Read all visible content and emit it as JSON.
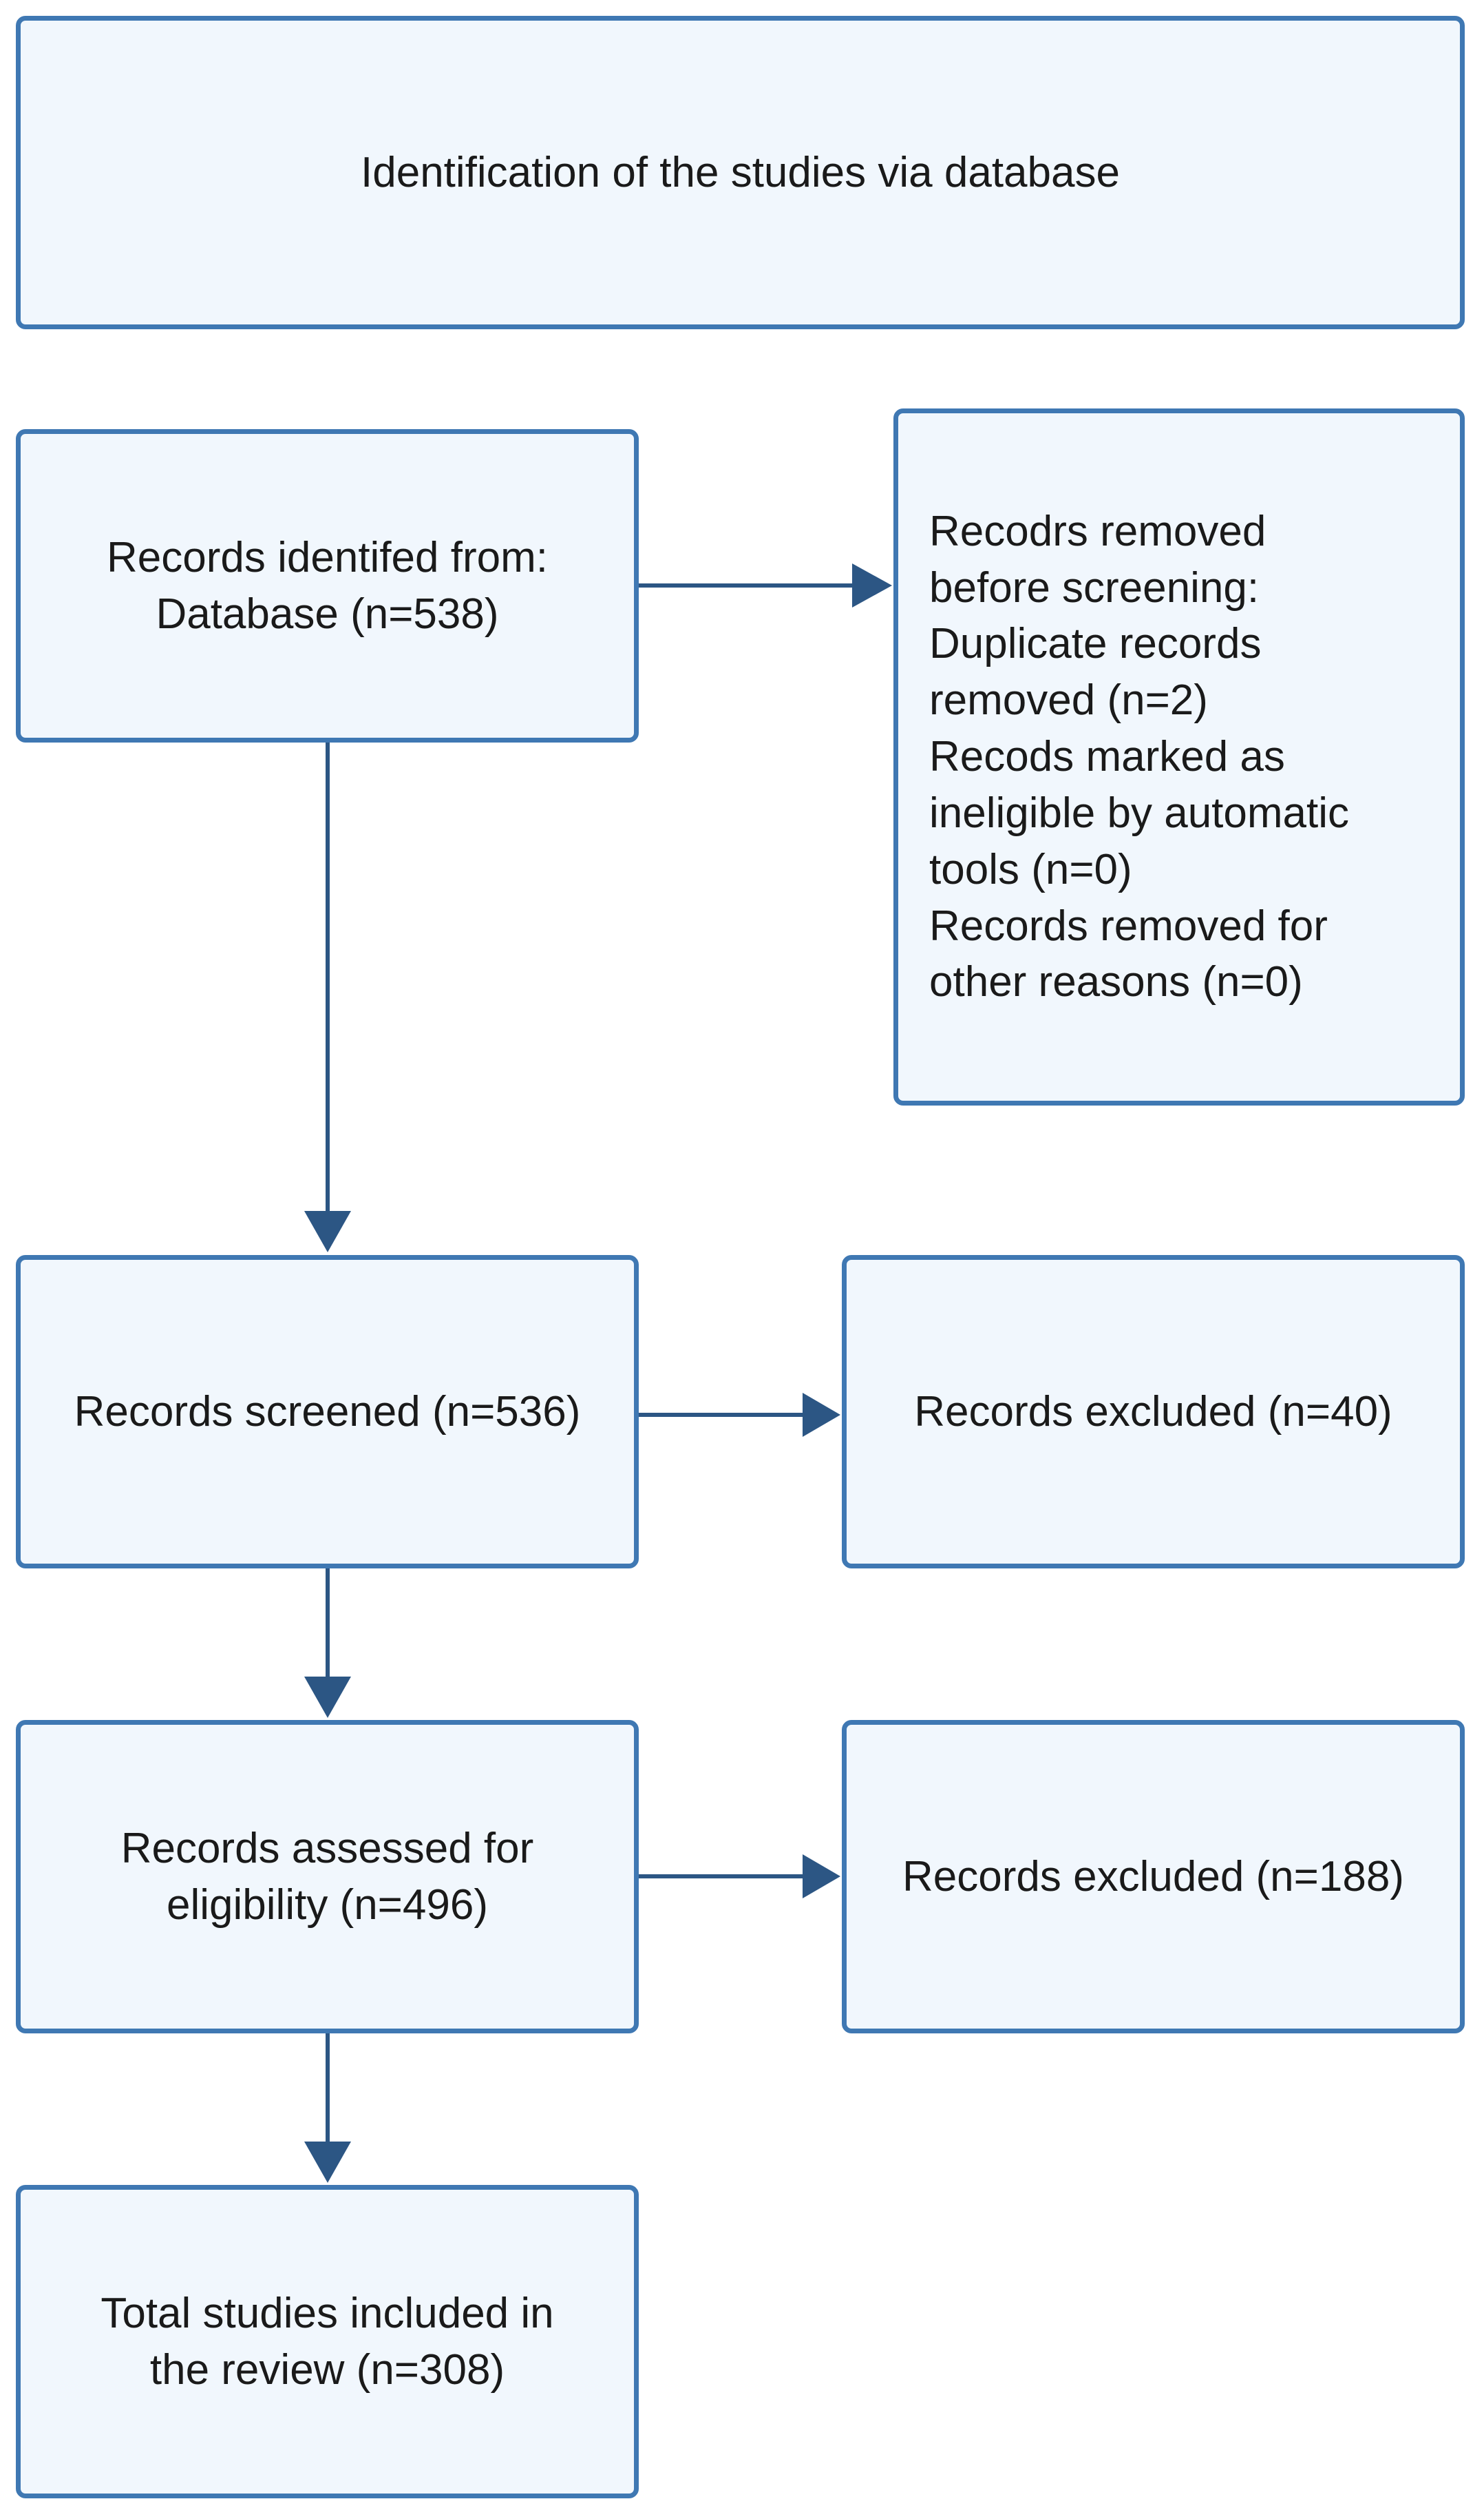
{
  "diagram": {
    "type": "flowchart",
    "colors": {
      "box_fill": "#f1f7fd",
      "box_border": "#3f78b3",
      "arrow": "#2c5684",
      "text": "#1a1a1a"
    },
    "identification": {
      "text": "Identification of the studies via database"
    },
    "records_identified": {
      "lines": [
        "Records identifed from:",
        "Database (n=538)"
      ]
    },
    "records_removed": {
      "lines": [
        "Recodrs removed",
        "before screening:",
        "Duplicate records",
        "removed (n=2)",
        "Recods marked as",
        "ineligible by automatic",
        "tools (n=0)",
        "Records removed for",
        "other reasons (n=0)"
      ]
    },
    "records_screened": {
      "text": "Records screened (n=536)"
    },
    "records_excluded_1": {
      "text": "Records excluded (n=40)"
    },
    "records_assessed": {
      "lines": [
        "Records assessed for",
        "eligibility (n=496)"
      ]
    },
    "records_excluded_2": {
      "text": "Records excluded (n=188)"
    },
    "total_included": {
      "lines": [
        "Total studies included in",
        "the review (n=308)"
      ]
    }
  }
}
